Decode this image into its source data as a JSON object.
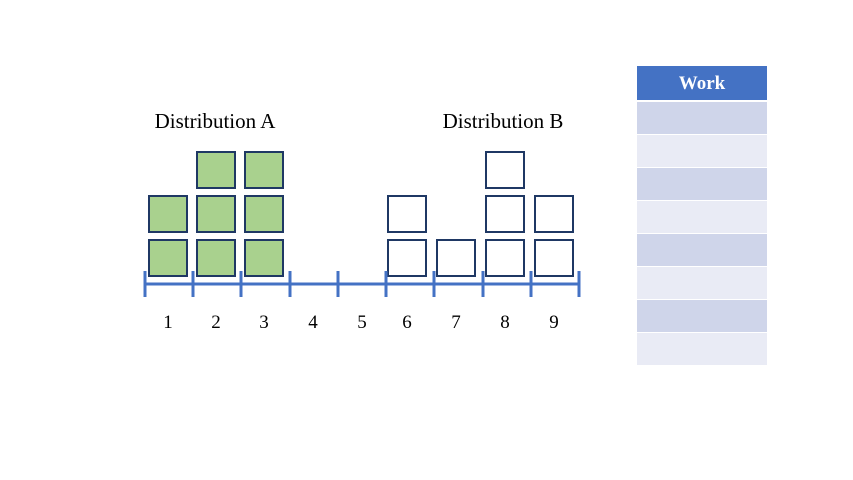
{
  "distribution_a": {
    "title": "Distribution A",
    "counts": {
      "1": 2,
      "2": 3,
      "3": 3
    },
    "block_fill": "#a9d18e",
    "block_stroke": "#1f3864"
  },
  "distribution_b": {
    "title": "Distribution B",
    "counts": {
      "6": 2,
      "7": 1,
      "8": 3,
      "9": 2
    },
    "block_fill": "#ffffff",
    "block_stroke": "#1f3864"
  },
  "number_line": {
    "labels": [
      "1",
      "2",
      "3",
      "4",
      "5",
      "6",
      "7",
      "8",
      "9"
    ],
    "color": "#4472c4"
  },
  "work_table": {
    "header": "Work",
    "header_color": "#4472c4",
    "row_count": 8,
    "row_colors": [
      "#cfd5ea",
      "#e9ebf5"
    ]
  }
}
